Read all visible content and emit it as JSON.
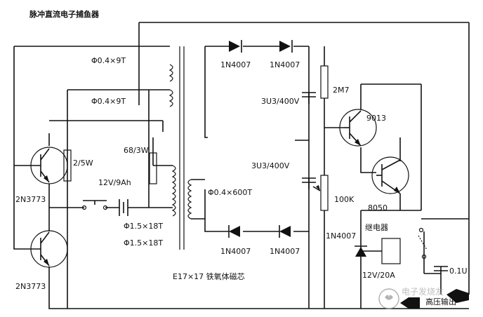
{
  "title": "脉冲直流电子捕鱼器",
  "labels": {
    "winding1": "Φ0.4×9T",
    "winding2": "Φ0.4×9T",
    "res_68": "68/3W",
    "res_2": "2/5W",
    "battery": "12V/9Ah",
    "winding_p1": "Φ1.5×18T",
    "winding_p2": "Φ1.5×18T",
    "secondary": "Φ0.4×600T",
    "core": "E17×17 铁氧体磁芯",
    "q1": "2N3773",
    "q2": "2N3773",
    "d1": "1N4007",
    "d2": "1N4007",
    "d3": "1N4007",
    "d4": "1N4007",
    "d5": "1N4007",
    "c1": "3U3/400V",
    "c2": "3U3/400V",
    "r_2m7": "2M7",
    "q3": "9013",
    "r_100k": "100K",
    "q4": "8050",
    "relay": "继电器",
    "relay_coil": "12V/20A",
    "c3": "0.1U",
    "output": "高压输出",
    "watermark": "电子发烧友"
  },
  "icons": {
    "watermark_logo": "butterfly-logo-icon"
  }
}
